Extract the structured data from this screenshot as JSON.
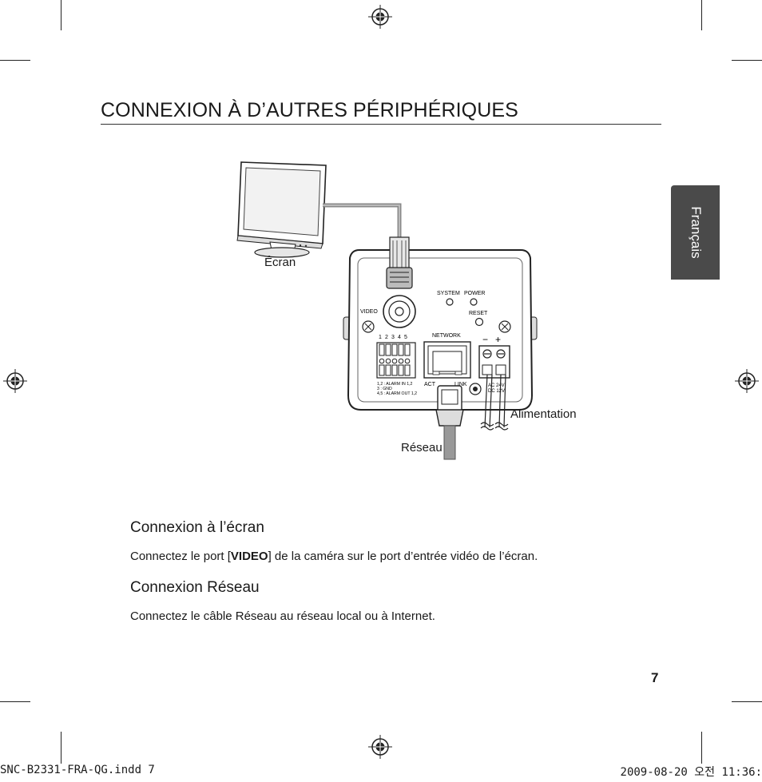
{
  "heading": "CONNEXION À D’AUTRES PÉRIPHÉRIQUES",
  "side_tab": "Français",
  "diagram": {
    "label_screen": "Écran",
    "label_network": "Réseau",
    "label_power": "Alimentation",
    "panel": {
      "video": "VIDEO",
      "system": "SYSTEM",
      "power": "POWER",
      "reset": "RESET",
      "network": "NETWORK",
      "pins": [
        "1",
        "2",
        "3",
        "4",
        "5"
      ],
      "pin_legend": [
        "1,2 : ALARM IN 1,2",
        "3    : GND",
        "4,5 : ALARM OUT 1,2"
      ],
      "act": "ACT",
      "link": "LINK",
      "minus": "−",
      "plus": "+",
      "ac": "AC 24V",
      "dc": "DC 12V"
    }
  },
  "section1": {
    "title": "Connexion à l’écran",
    "text_before": "Connectez le port [",
    "text_bold": "VIDEO",
    "text_after": "] de la caméra sur le port d’entrée vidéo de l’écran."
  },
  "section2": {
    "title": "Connexion Réseau",
    "text": "Connectez le câble Réseau au réseau local ou à Internet."
  },
  "page_number": "7",
  "footer": {
    "file": "SNC-B2331-FRA-QG.indd   7",
    "date": "2009-08-20   오전 11:36:"
  }
}
